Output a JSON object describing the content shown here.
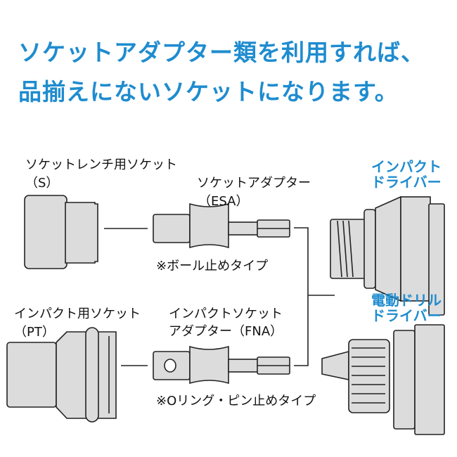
{
  "title": {
    "line1": "ソケットアダプター類を利用すれば、",
    "line2": "品揃えにないソケットになります。"
  },
  "upper": {
    "socket_label": "ソケットレンチ用ソケット",
    "socket_code": "（S）",
    "adapter_label": "ソケットアダプター",
    "adapter_code": "（ESA）",
    "adapter_note": "※ボール止めタイプ"
  },
  "lower": {
    "socket_label": "インパクト用ソケット",
    "socket_code": "（PT）",
    "adapter_label1": "インパクトソケット",
    "adapter_label2": "アダプター（FNA）",
    "adapter_note": "※Oリング・ピン止めタイプ"
  },
  "tools": {
    "impact_line1": "インパクト",
    "impact_line2": "ドライバー",
    "drill_line1": "電動ドリル",
    "drill_line2": "ドライバー"
  },
  "colors": {
    "accent": "#1f8ccf",
    "part_fill": "#dcdcdc",
    "outline": "#222222"
  }
}
